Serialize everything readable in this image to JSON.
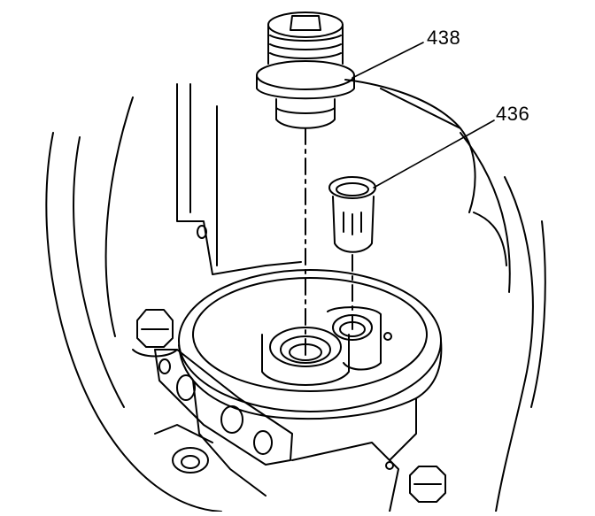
{
  "diagram": {
    "callouts": [
      {
        "id": "438",
        "text": "438"
      },
      {
        "id": "436",
        "text": "436"
      }
    ],
    "colors": {
      "line": "#000000",
      "background": "#ffffff"
    }
  }
}
